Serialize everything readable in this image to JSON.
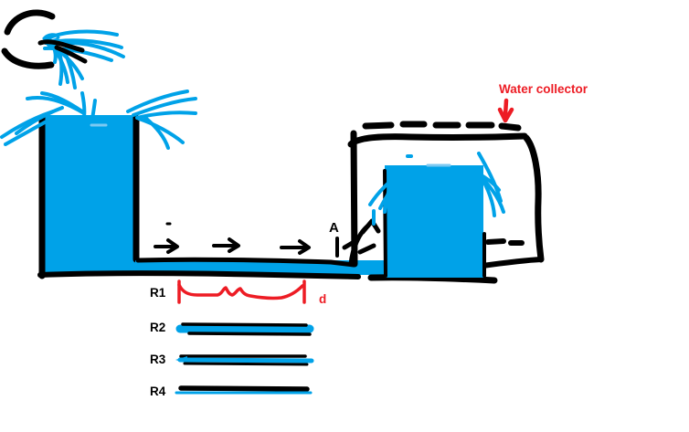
{
  "colors": {
    "background": "#FFFFFF",
    "water": "#00A2E8",
    "water_light": "#7CC9F2",
    "ink": "#000000",
    "accent_red": "#ED1C24"
  },
  "labels": {
    "water_collector": "Water collector",
    "point_a": "A",
    "distance": "d",
    "resistances": [
      "R1",
      "R2",
      "R3",
      "R4"
    ]
  }
}
